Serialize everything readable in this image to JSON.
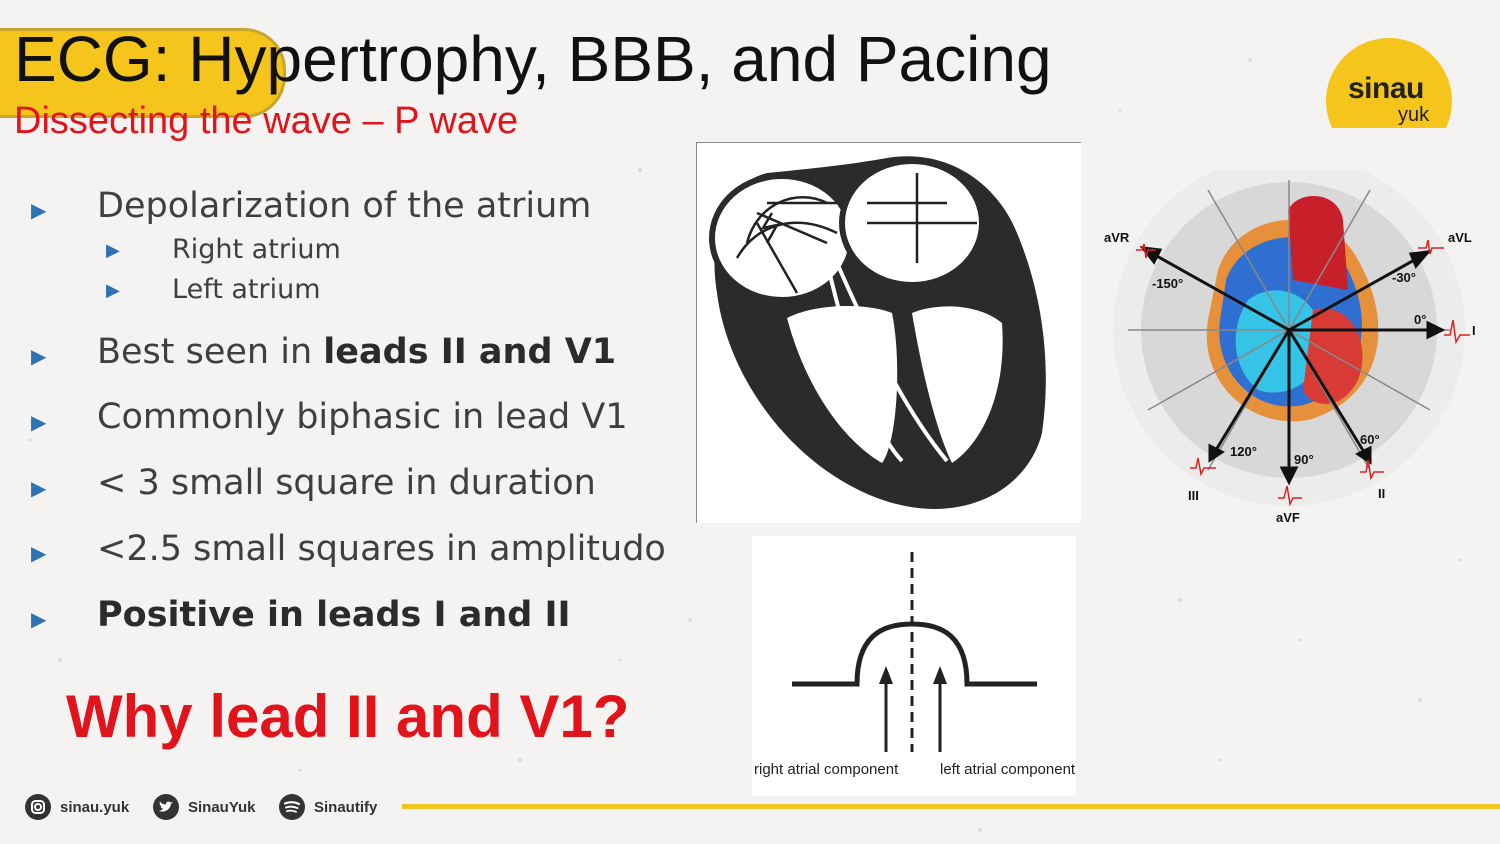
{
  "header": {
    "title": "ECG: Hypertrophy, BBB, and Pacing",
    "subtitle": "Dissecting the wave – P wave"
  },
  "logo": {
    "word1": "sinau",
    "word2": "yuk"
  },
  "bullets": {
    "b1": "Depolarization of the atrium",
    "b1_sub1": "Right atrium",
    "b1_sub2": "Left atrium",
    "b2_pre": "Best seen in ",
    "b2_bold": "leads II and V1",
    "b3": "Commonly biphasic in lead V1",
    "b4": "< 3 small square in duration",
    "b5": "<2.5 small squares in amplitudo",
    "b6": "Positive in leads I and II",
    "marker": "▶"
  },
  "question": "Why lead II and V1?",
  "p_wave_diagram": {
    "left_label": "right atrial component",
    "right_label": "left atrial component"
  },
  "axis_diagram": {
    "leads": {
      "avr": "aVR",
      "avl": "aVL",
      "i": "I",
      "ii": "II",
      "iii": "III",
      "avf": "aVF"
    },
    "angles": {
      "a150": "-150°",
      "a30": "-30°",
      "a0": "0°",
      "a60": "60°",
      "a90": "90°",
      "a120": "120°"
    }
  },
  "footer": {
    "instagram": "sinau.yuk",
    "twitter": "SinauYuk",
    "spotify": "Sinautify"
  },
  "colors": {
    "accent_yellow": "#f5c51c",
    "title_red": "#e1141b",
    "bullet_blue": "#2e74b5"
  }
}
